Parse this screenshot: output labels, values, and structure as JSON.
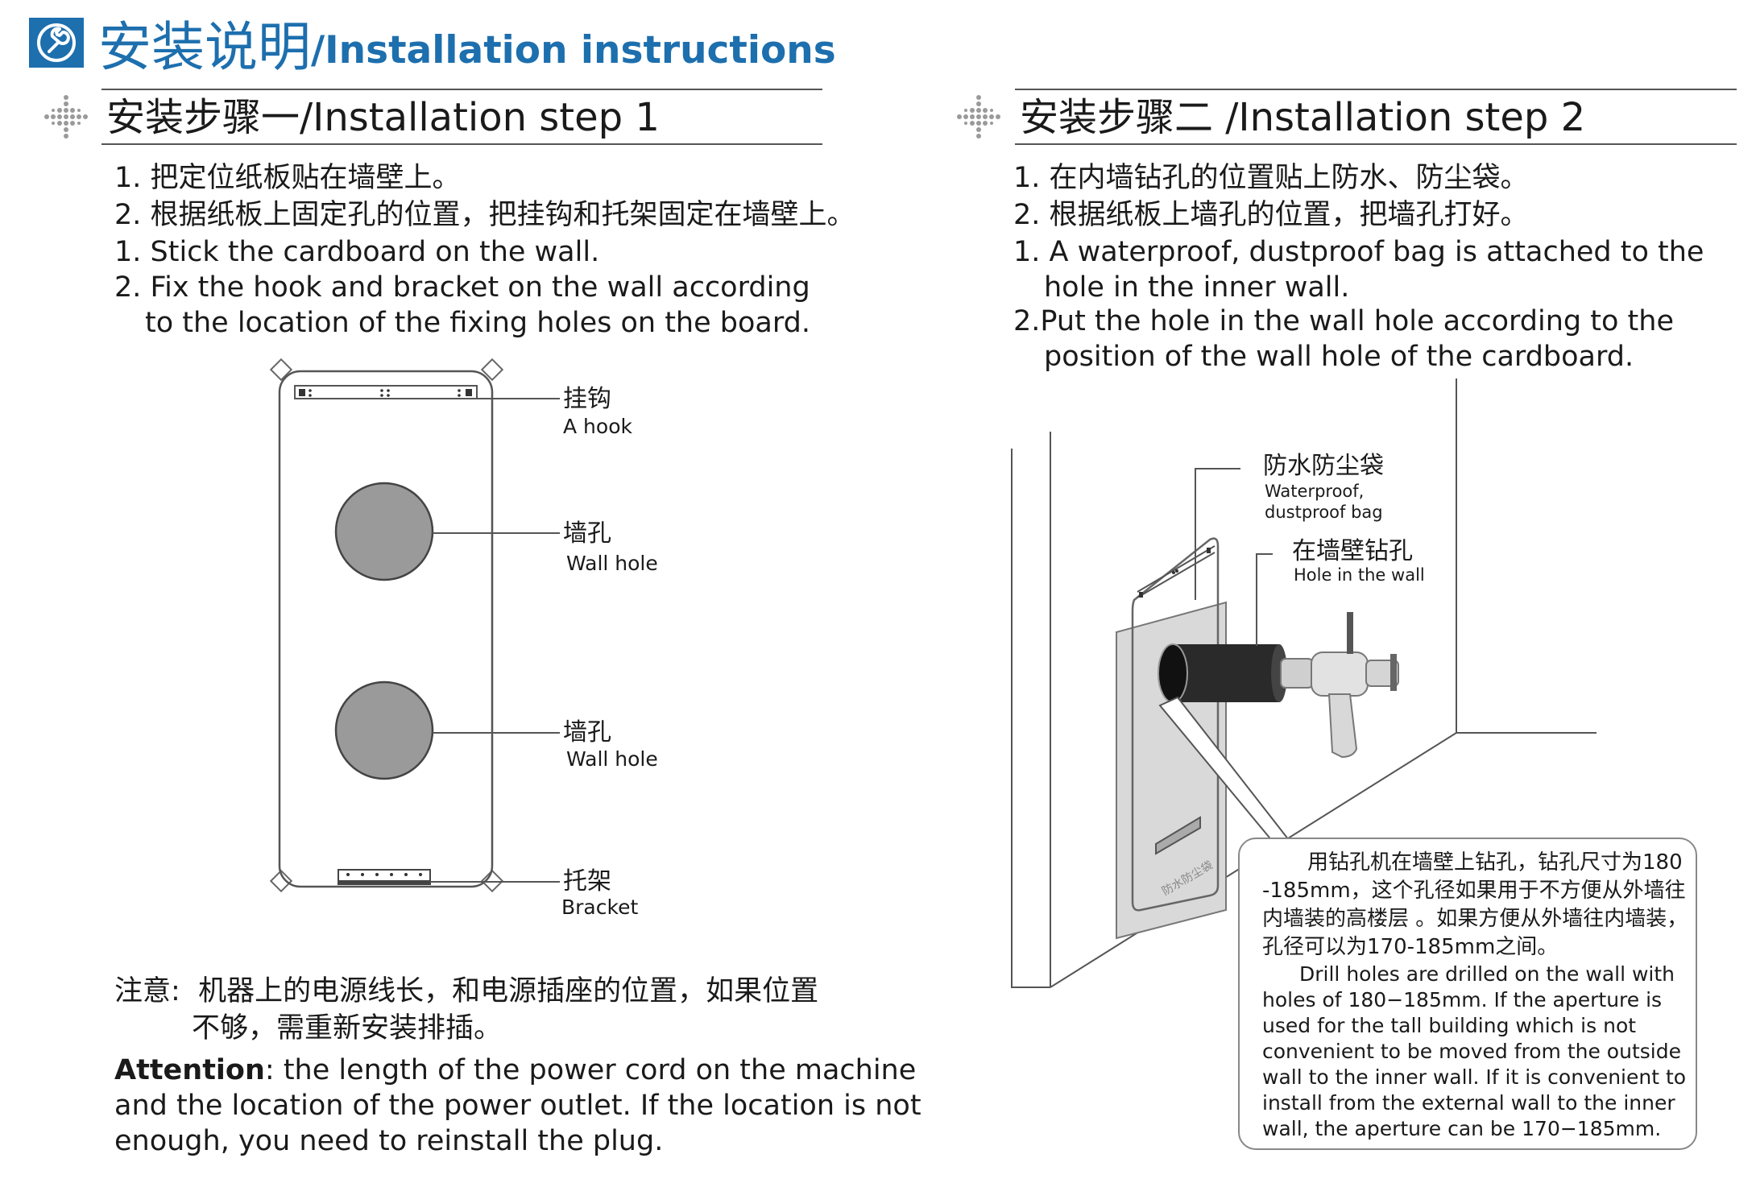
{
  "header": {
    "title_zh": "安装说明",
    "title_en": "/Installation instructions",
    "icon": "wrench-icon",
    "accent_color": "#1d6fae"
  },
  "step1": {
    "title": "安装步骤一/Installation step 1",
    "lines": [
      "1. 把定位纸板贴在墙壁上。",
      "2. 根据纸板上固定孔的位置，把挂钩和托架固定在墙壁上。",
      "1. Stick the cardboard on the wall.",
      "2. Fix the hook and bracket on the wall according",
      "to the location of the fixing holes on the board."
    ],
    "labels": {
      "hook_zh": "挂钩",
      "hook_en": "A hook",
      "wall_hole_zh": "墙孔",
      "wall_hole_en": "Wall hole",
      "wall_hole2_zh": "墙孔",
      "wall_hole2_en": "Wall hole",
      "bracket_zh": "托架",
      "bracket_en": "Bracket"
    }
  },
  "step2": {
    "title": "安装步骤二 /Installation step 2",
    "lines": [
      "1. 在内墙钻孔的位置贴上防水、防尘袋。",
      "2. 根据纸板上墙孔的位置，把墙孔打好。",
      "1. A waterproof, dustproof bag is attached to the",
      "hole in the inner wall.",
      "2.Put the hole in the wall hole according to the",
      "position of the wall hole of the cardboard."
    ],
    "labels": {
      "bag_zh": "防水防尘袋",
      "bag_en_1": "Waterproof,",
      "bag_en_2": "dustproof bag",
      "hole_zh": "在墙壁钻孔",
      "hole_en": "Hole in the wall"
    },
    "bag_print": "防水防尘袋"
  },
  "note": {
    "zh_lines": [
      "用钻孔机在墙壁上钻孔，钻孔尺寸为180",
      "-185mm，这个孔径如果用于不方便从外墙往",
      "内墙装的高楼层 。如果方便从外墙往内墙装，",
      "孔径可以为170-185mm之间。"
    ],
    "en_lines": [
      "Drill holes are drilled on the wall with",
      "holes of 180−185mm.  If the aperture is",
      "used  for  the  tall  building  which  is  not",
      "convenient to be moved from the outside",
      "wall to the inner wall. If it is convenient to",
      "install from the external wall to the inner",
      "wall, the aperture can be 170−185mm."
    ]
  },
  "attention": {
    "zh_label": "注意:",
    "zh_line1": "机器上的电源线长，和电源插座的位置，如果位置",
    "zh_line2": "不够，需重新安装排插。",
    "en_label": "Attention",
    "en_line1": ": the length of the power cord on the machine",
    "en_line2": "and the location of the power outlet. If the location is not",
    "en_line3": "enough, you need to reinstall the plug."
  }
}
